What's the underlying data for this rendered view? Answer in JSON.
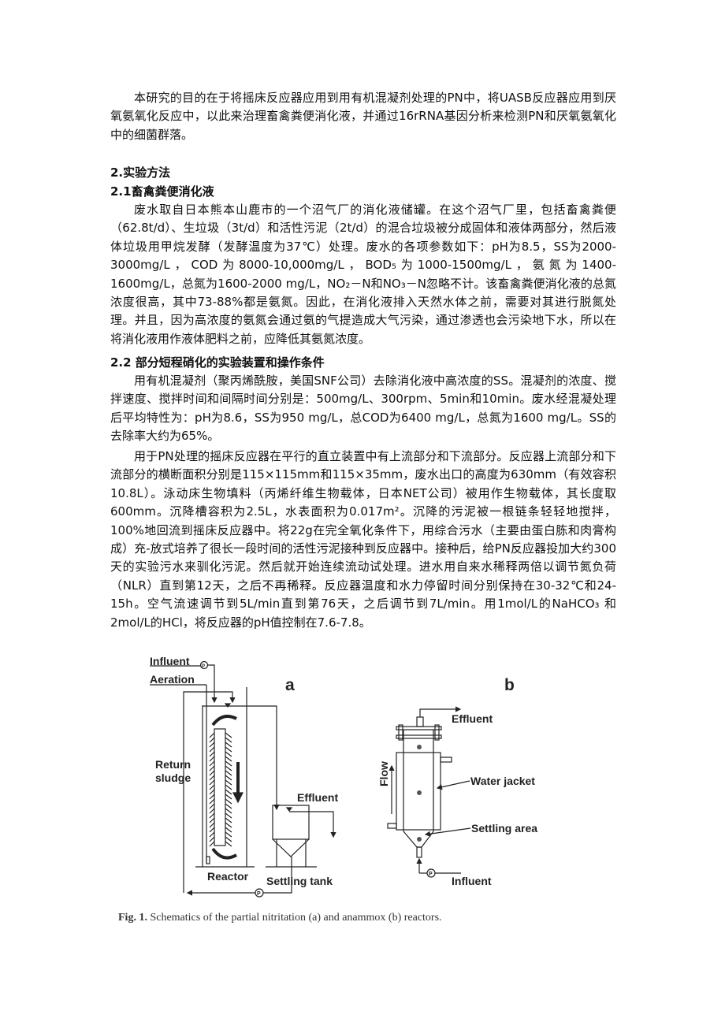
{
  "intro": "本研究的目的在于将摇床反应器应用到用有机混凝剂处理的PN中，将UASB反应器应用到厌氧氨氧化反应中，以此来治理畜禽粪便消化液，并通过16rRNA基因分析来检测PN和厌氧氨氧化中的细菌群落。",
  "section2": {
    "title": "2.实验方法",
    "s21": {
      "title": "2.1畜禽粪便消化液",
      "para": "废水取自日本熊本山鹿市的一个沼气厂的消化液储罐。在这个沼气厂里，包括畜禽粪便（62.8t/d）、生垃圾（3t/d）和活性污泥（2t/d）的混合垃圾被分成固体和液体两部分，然后液体垃圾用甲烷发酵（发酵温度为37℃）处理。废水的各项参数如下：pH为8.5，SS为2000-3000mg/L，COD为8000-10,000mg/L，BOD₅为1000-1500mg/L，氨氮为1400-1600mg/L，总氮为1600-2000 mg/L，NO₂－N和NO₃－N忽略不计。该畜禽粪便消化液的总氮浓度很高，其中73-88%都是氨氮。因此，在消化液排入天然水体之前，需要对其进行脱氮处理。并且，因为高浓度的氨氮会通过氨的气提造成大气污染，通过渗透也会污染地下水，所以在将消化液用作液体肥料之前，应降低其氨氮浓度。"
    },
    "s22": {
      "title": "2.2  部分短程硝化的实验装置和操作条件",
      "para1": "用有机混凝剂（聚丙烯酰胺，美国SNF公司）去除消化液中高浓度的SS。混凝剂的浓度、搅拌速度、搅拌时间和间隔时间分别是：500mg/L、300rpm、5min和10min。废水经混凝处理后平均特性为：pH为8.6，SS为950 mg/L，总COD为6400 mg/L，总氮为1600 mg/L。SS的去除率大约为65%。",
      "para2": "用于PN处理的摇床反应器在平行的直立装置中有上流部分和下流部分。反应器上流部分和下流部分的横断面积分别是115×115mm和115×35mm，废水出口的高度为630mm（有效容积10.8L）。泳动床生物填料（丙烯纤维生物载体，日本NET公司）被用作生物载体，其长度取600mm。沉降槽容积为2.5L，水表面积为0.017m²。沉降的污泥被一根链条轻轻地搅拌，100%地回流到摇床反应器中。将22g在完全氧化条件下，用综合污水（主要由蛋白胨和肉膏构成）充-放式培养了很长一段时间的活性污泥接种到反应器中。接种后，给PN反应器投加大约300天的实验污水来驯化污泥。然后就开始连续流动试处理。进水用自来水稀释两倍以调节氮负荷（NLR）直到第12天，之后不再稀释。反应器温度和水力停留时间分别保持在30-32℃和24-15h。空气流速调节到5L/min直到第76天，之后调节到7L/min。用1mol/L的NaHCO₃ 和2mol/L的HCl，将反应器的pH值控制在7.6-7.8。"
    }
  },
  "figure": {
    "a": {
      "panel": "a",
      "influent": "Influent",
      "aeration": "Aeration",
      "return1": "Return",
      "return2": "sludge",
      "effluent": "Effluent",
      "reactor": "Reactor",
      "settling": "Settling tank",
      "pump": "P"
    },
    "b": {
      "panel": "b",
      "effluent": "Effluent",
      "flow": "Flow",
      "jacket": "Water jacket",
      "settling": "Settling area",
      "influent": "Influent",
      "pump": "P"
    },
    "caption_label": "Fig. 1.",
    "caption": "Schematics of the partial nitritation (a) and anammox (b) reactors."
  }
}
